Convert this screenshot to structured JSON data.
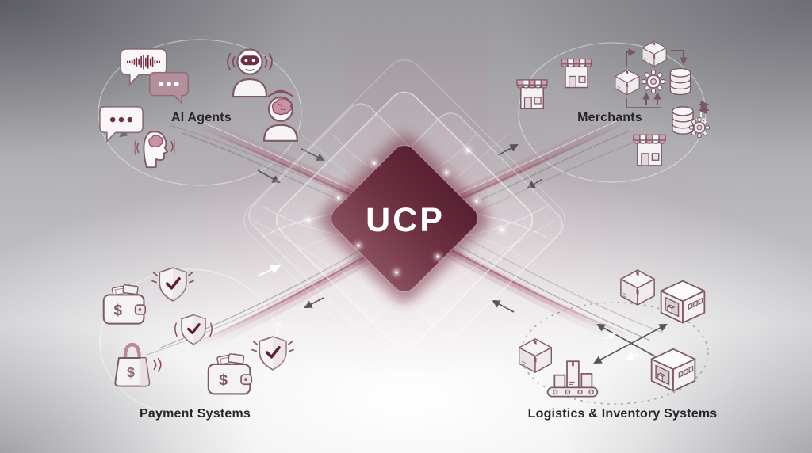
{
  "center": {
    "label": "UCP"
  },
  "glyphs": {
    "dollar": "$"
  },
  "quadrants": {
    "ai_agents": {
      "label": "AI Agents",
      "icons": [
        "voice-waveform-bubble-icon",
        "typing-dots-bubble-icon",
        "chat-dots-bubble-icon",
        "robot-assistant-icon",
        "ai-brain-user-icon",
        "brain-profile-icon"
      ]
    },
    "merchants": {
      "label": "Merchants",
      "icons": [
        "storefront-icon",
        "storefront-icon",
        "package-icon",
        "package-icon",
        "gear-icon",
        "database-icon",
        "database-sync-gear-icon",
        "storefront-icon"
      ]
    },
    "payment_systems": {
      "label": "Payment Systems",
      "icons": [
        "wallet-cash-icon",
        "shield-check-icon",
        "shield-check-icon",
        "money-bag-icon",
        "wallet-cash-icon",
        "shield-check-icon"
      ]
    },
    "logistics": {
      "label": "Logistics & Inventory Systems",
      "icons": [
        "package-icon",
        "warehouse-icon",
        "package-icon",
        "conveyor-boxes-icon",
        "warehouse-icon"
      ]
    }
  },
  "colors": {
    "core_maroon": "#5e2434",
    "core_maroon_light": "#8a4f5f",
    "icon_outline": "#7d5a66",
    "accent_dark_maroon": "#6e2f41",
    "bubble_mauve": "#b28f9b",
    "label_text": "#26262b",
    "background_gray": "#b4b4b8"
  }
}
